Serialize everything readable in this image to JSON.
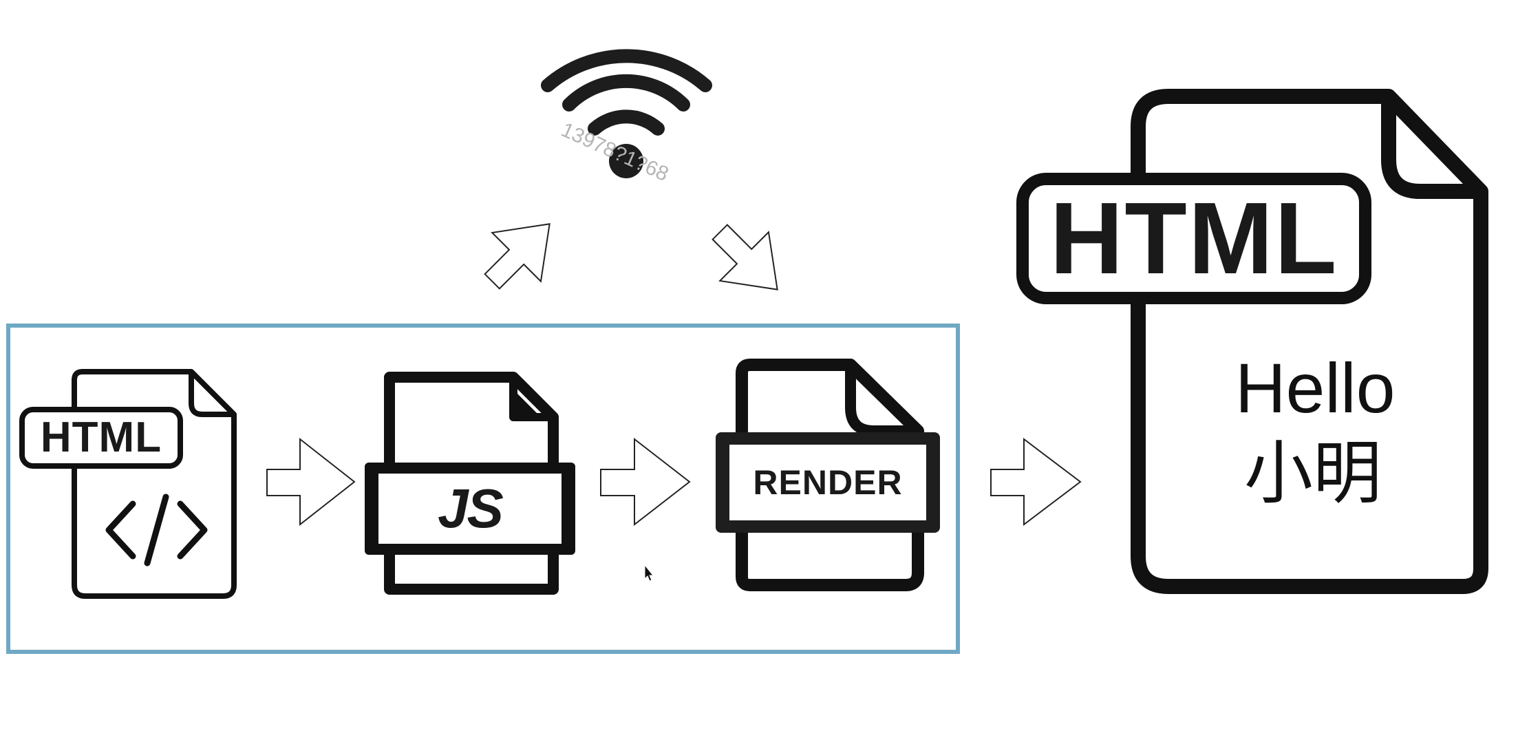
{
  "colors": {
    "stroke": "#111111",
    "frame": "#6fa8c4",
    "js_band": "#111111",
    "render_band": "#1e1e1e"
  },
  "files": {
    "html_source": {
      "badge": "HTML",
      "code_glyph": "</>",
      "icon": "html-code-file-icon"
    },
    "js": {
      "badge": "JS",
      "icon": "js-file-icon"
    },
    "render": {
      "badge": "RENDER",
      "icon": "render-file-icon"
    },
    "html_output": {
      "badge": "HTML",
      "line1": "Hello",
      "line2": "小明",
      "icon": "html-output-file-icon"
    }
  },
  "network": {
    "icon": "wifi-icon",
    "watermark": "13978?1?68"
  },
  "arrows": [
    "arrow-right-icon",
    "arrow-right-icon",
    "arrow-right-icon",
    "arrow-up-right-icon",
    "arrow-down-right-icon"
  ],
  "cursor": {
    "icon": "mouse-cursor-icon"
  }
}
